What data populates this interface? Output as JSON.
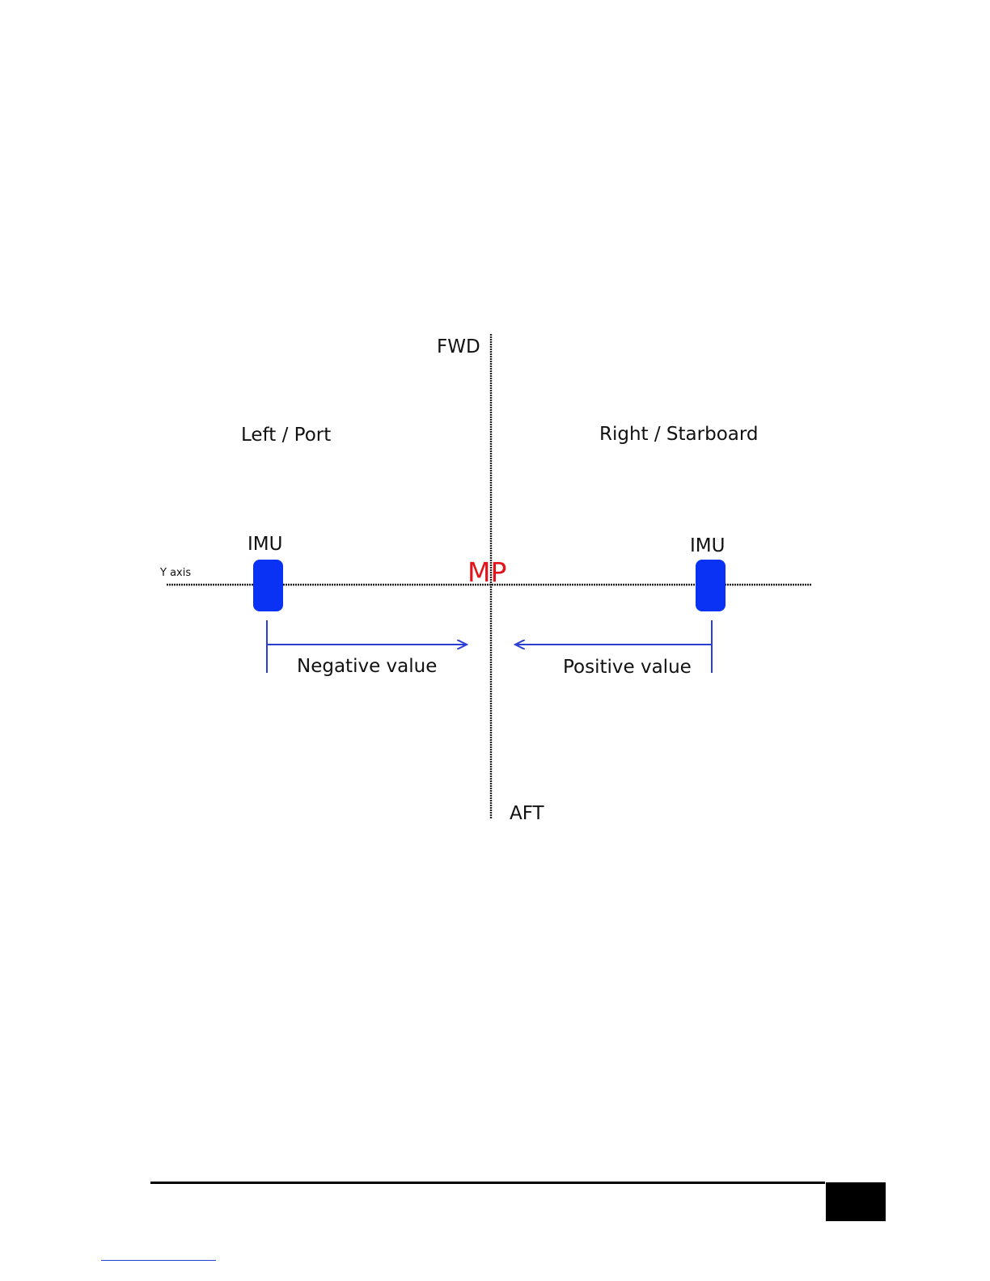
{
  "diagram": {
    "labels": {
      "fwd": "FWD",
      "aft": "AFT",
      "left_port": "Left / Port",
      "right_starboard": "Right / Starboard",
      "y_axis": "Y axis",
      "mp": "MP",
      "imu_left": "IMU",
      "imu_right": "IMU",
      "negative_value": "Negative value",
      "positive_value": "Positive value"
    },
    "colors": {
      "axis": "#222222",
      "imu_fill": "#0a32f5",
      "arrow": "#2a3fd1",
      "mp_text": "#e3121b",
      "text": "#111111"
    }
  },
  "footer": {
    "page_box_color": "#000000",
    "link_underline_color": "#2a3fd1"
  }
}
